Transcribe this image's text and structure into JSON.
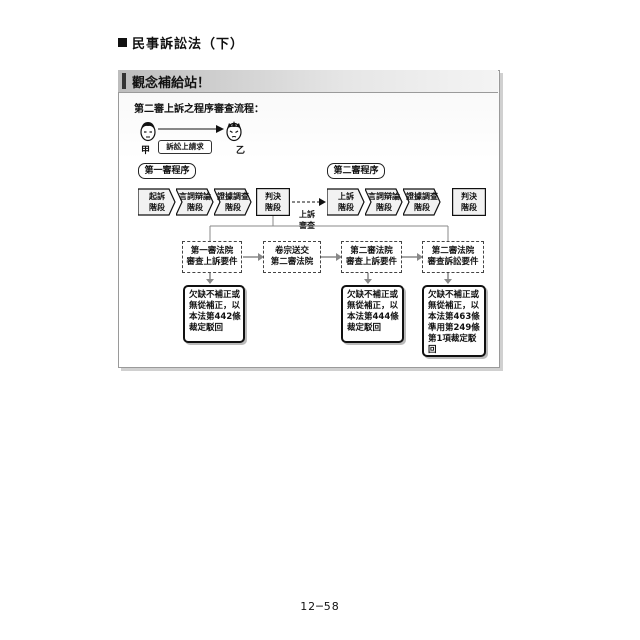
{
  "header": {
    "title": "民事訴訟法（下）"
  },
  "panel": {
    "title": "觀念補給站！",
    "subtitle": "第二審上訴之程序審查流程："
  },
  "parties": {
    "party_a": "甲",
    "party_b": "乙",
    "claim": "訴訟上請求"
  },
  "phases": {
    "first": "第一審程序",
    "second": "第二審程序"
  },
  "steps_first": [
    {
      "l1": "起訴",
      "l2": "階段"
    },
    {
      "l1": "言詞辯論",
      "l2": "階段"
    },
    {
      "l1": "證據調查",
      "l2": "階段"
    },
    {
      "l1": "判決",
      "l2": "階段"
    }
  ],
  "appeal_label": {
    "l1": "上訴",
    "l2": "審查"
  },
  "steps_second": [
    {
      "l1": "上訴",
      "l2": "階段"
    },
    {
      "l1": "言詞辯論",
      "l2": "階段"
    },
    {
      "l1": "證據調查",
      "l2": "階段"
    },
    {
      "l1": "判決",
      "l2": "階段"
    }
  ],
  "review": [
    {
      "l1": "第一審法院",
      "l2": "審查上訴要件"
    },
    {
      "l1": "卷宗送交",
      "l2": "第二審法院"
    },
    {
      "l1": "第二審法院",
      "l2": "審查上訴要件"
    },
    {
      "l1": "第二審法院",
      "l2": "審查訴訟要件"
    }
  ],
  "outcomes": [
    {
      "lines": [
        "欠缺不補正或",
        "無從補正，以",
        "本法第442條",
        "裁定駁回"
      ]
    },
    {
      "lines": [
        "欠缺不補正或",
        "無從補正，以",
        "本法第444條",
        "裁定駁回"
      ]
    },
    {
      "lines": [
        "欠缺不補正或",
        "無從補正，以",
        "本法第463條",
        "準用第249條",
        "第1項裁定駁",
        "回"
      ]
    }
  ],
  "footer": {
    "page_number": "12─58"
  }
}
